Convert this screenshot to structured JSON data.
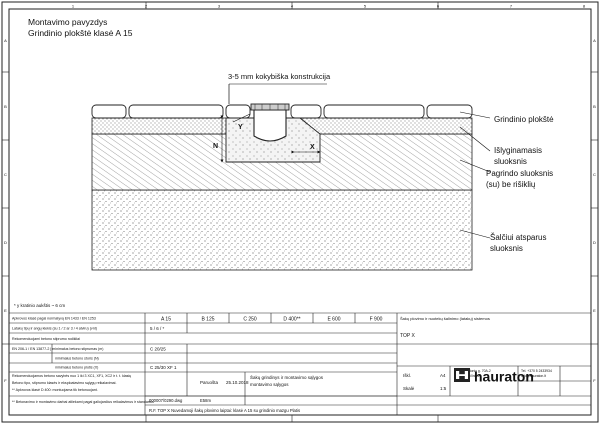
{
  "header": {
    "title_line1": "Montavimo pavyzdys",
    "title_line2": "Grindinio plokštė klasė A 15"
  },
  "frame": {
    "cols": [
      "1",
      "2",
      "3",
      "4",
      "5",
      "6",
      "7",
      "8"
    ],
    "rows": [
      "A",
      "B",
      "C",
      "D",
      "E",
      "F"
    ]
  },
  "drawing": {
    "top_callout": "3-5 mm kokybiška konstrukcija",
    "dim_y": "Y",
    "dim_n": "N",
    "dim_x": "X",
    "layers": [
      {
        "label": "Grindinio plokštė"
      },
      {
        "label": "Išlyginamasis sluoksnis",
        "lines": [
          "Išlyginamasis",
          "sluoksnis"
        ]
      },
      {
        "label": "Pagrindo sluoksnis (su) be rišiklių",
        "lines": [
          "Pagrindo sluoksnis",
          "(su) be rišiklių"
        ]
      },
      {
        "label": "Šalčiui atsparus sluoksnis",
        "lines": [
          "Šalčiui atsparus",
          "sluoksnis"
        ]
      }
    ]
  },
  "notes": {
    "footnote": "* y kratinio aukštis ~ 6 cm"
  },
  "table": {
    "rows_left": [
      "Apkrovos klasė pagal normatyvą EN 1433 / EN 1253",
      "Latakų tipų ir angų kiekis (su 1 / 2 ar 3 / 4 atviru) (vnt)",
      "Rekomenduojami betono stiprumo rodikliai",
      "EN 206-1 / EN 13877-2 | minimalus betono stiprumas (m)",
      "minimalus betono storis (N)",
      "minimalus betono plotis (X)"
    ],
    "classes": [
      "A 15",
      "B 125",
      "C 250",
      "D 400**",
      "E 600",
      "F 900"
    ],
    "row2_value": "5 / 6 / *",
    "concrete": "C 20/25",
    "exposure": "C 25/30 XF 1",
    "row5_value": "",
    "left_notes": [
      "Rekomenduojamos betono savybės nuo 1 iki 3 XC1, XF1, XC2 ir t. t. klasių",
      "Betono tipo, stiprumo klasės ir eksploatavimo sąlygų reikalavimai.",
      "** Apkrovos klasė D 400: montuojama tik betonuojant."
    ],
    "bottom_note": "** Betonavimo ir montavimo darbai atliekami pagal galiojančius reikalavimus ir standartus"
  },
  "title_block": {
    "product_desc": "Šakų plovimo ir nuotekų šalinimo (latakų) sistemos",
    "product": "TOP X",
    "scale_label1": "Iškl.",
    "scale_val1": "A4",
    "scale_label2": "Skalė",
    "scale_val2": "1:5",
    "drawn_label": "Paruošta",
    "date": "25.10.2018",
    "doc_title": "Šakų grindinys ir montavimo sąlygos",
    "doc_sub": "montavimo sąlygos",
    "drawing_no": "000007/0290.dwg",
    "format_no": "E58m",
    "bottom_line": "R.F. TOP X Nuvedamoji šakų plovimo laiptai: klasė A 15 su grindinio mazgu Platis",
    "company_name": "hauraton",
    "address_line1": "M. K. Čiurlionio g. 70A-2",
    "address_line2": "LT-03105 Vilnius",
    "address_line3": "Lietuva",
    "phone": "Tel. +370 5 2433934",
    "email": "info@hauraton.lt"
  }
}
